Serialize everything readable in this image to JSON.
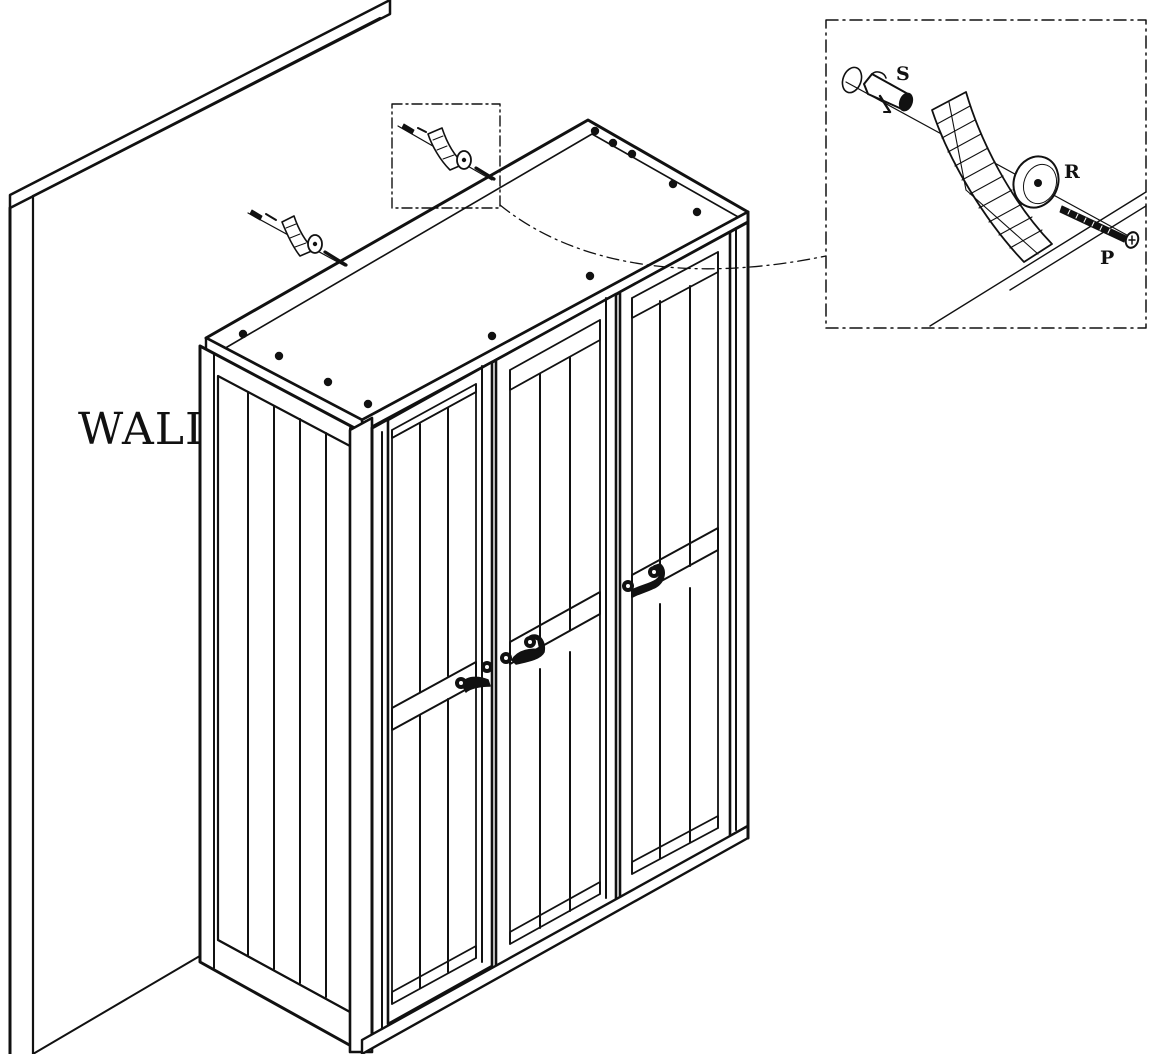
{
  "labels": {
    "wall": "WALL",
    "part_s": "S",
    "part_r": "R",
    "part_p": "P"
  },
  "colors": {
    "line": "#111111",
    "background": "#ffffff"
  },
  "icons": {
    "wall_anchor": "plug-icon",
    "washer": "washer-icon",
    "screw": "screw-icon",
    "strap": "strap-icon"
  }
}
